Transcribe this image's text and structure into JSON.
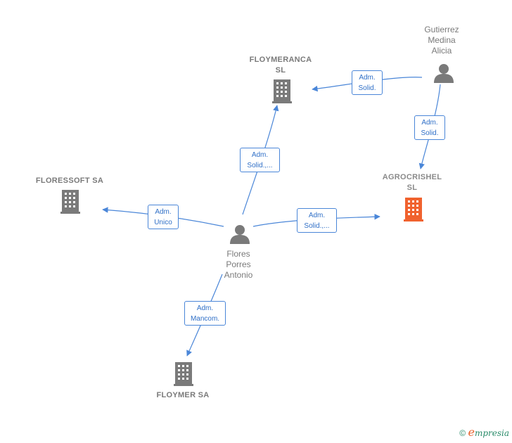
{
  "nodes": {
    "floymeranca": {
      "label": "FLOYMERANCA\nSL",
      "kind": "company"
    },
    "gutierrez": {
      "label": "Gutierrez\nMedina\nAlicia",
      "kind": "person"
    },
    "agrocrishel": {
      "label": "AGROCRISHEL\nSL",
      "kind": "company",
      "highlight": true
    },
    "floressoft": {
      "label": "FLORESSOFT SA",
      "kind": "company"
    },
    "flores": {
      "label": "Flores\nPorres\nAntonio",
      "kind": "person"
    },
    "floymer": {
      "label": "FLOYMER SA",
      "kind": "company"
    }
  },
  "edges": [
    {
      "id": "e1",
      "label": "Adm.\nSolid."
    },
    {
      "id": "e2",
      "label": "Adm.\nSolid."
    },
    {
      "id": "e3",
      "label": "Adm.\nSolid.,..."
    },
    {
      "id": "e4",
      "label": "Adm.\nSolid.,..."
    },
    {
      "id": "e5",
      "label": "Adm.\nUnico"
    },
    {
      "id": "e6",
      "label": "Adm.\nMancom."
    }
  ],
  "colors": {
    "edge": "#4a86d8",
    "node_default": "#7a7a7a",
    "node_highlight": "#f0622e"
  },
  "footer": {
    "copyright": "©",
    "brand_e": "e",
    "brand_rest": "mpresia"
  }
}
